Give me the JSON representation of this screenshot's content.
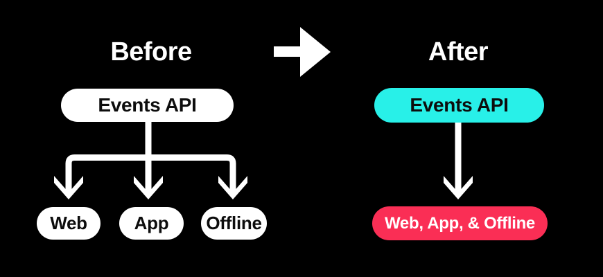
{
  "diagram": {
    "before": {
      "heading": "Before",
      "source_label": "Events API",
      "targets": [
        {
          "label": "Web"
        },
        {
          "label": "App"
        },
        {
          "label": "Offline"
        }
      ]
    },
    "transition": {
      "icon": "right-arrow"
    },
    "after": {
      "heading": "After",
      "source_label": "Events API",
      "target_label": "Web, App, & Offline"
    }
  },
  "colors": {
    "background": "#000000",
    "arrow": "#ffffff",
    "pill_white": "#ffffff",
    "pill_teal": "#28f0e8",
    "pill_red": "#fa2e55",
    "text_dark": "#0d0d0d",
    "text_light": "#ffffff"
  }
}
